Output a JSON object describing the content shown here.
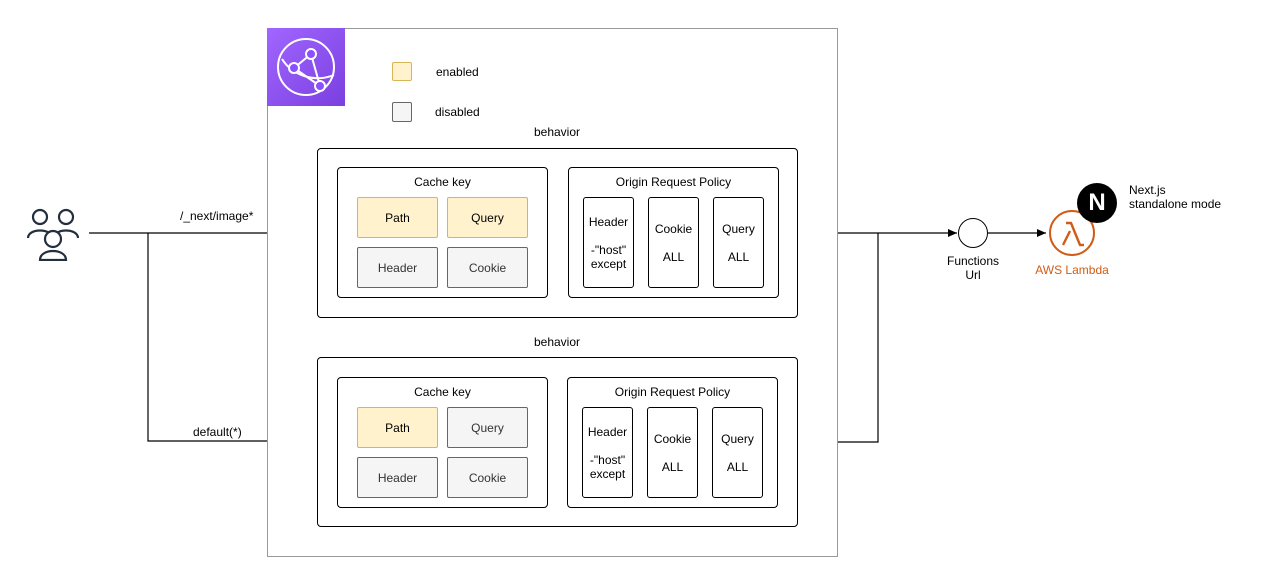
{
  "legend": {
    "enabled_label": "enabled",
    "disabled_label": "disabled",
    "colors": {
      "enabled": "#fff2cc",
      "disabled": "#f5f5f5"
    }
  },
  "routes": {
    "image_route": "/_next/image*",
    "default_route": "default(*)"
  },
  "behaviors": [
    {
      "title": "behavior",
      "cache_key": {
        "title": "Cache key",
        "items": [
          {
            "label": "Path",
            "state": "enabled"
          },
          {
            "label": "Query",
            "state": "enabled"
          },
          {
            "label": "Header",
            "state": "disabled"
          },
          {
            "label": "Cookie",
            "state": "disabled"
          }
        ]
      },
      "origin_request_policy": {
        "title": "Origin Request Policy",
        "columns": [
          {
            "name": "Header",
            "lines": [
              "-\"host\"",
              "except"
            ]
          },
          {
            "name": "Cookie",
            "lines": [
              "ALL"
            ]
          },
          {
            "name": "Query",
            "lines": [
              "ALL"
            ]
          }
        ]
      }
    },
    {
      "title": "behavior",
      "cache_key": {
        "title": "Cache key",
        "items": [
          {
            "label": "Path",
            "state": "enabled"
          },
          {
            "label": "Query",
            "state": "disabled"
          },
          {
            "label": "Header",
            "state": "disabled"
          },
          {
            "label": "Cookie",
            "state": "disabled"
          }
        ]
      },
      "origin_request_policy": {
        "title": "Origin Request Policy",
        "columns": [
          {
            "name": "Header",
            "lines": [
              "-\"host\"",
              "except"
            ]
          },
          {
            "name": "Cookie",
            "lines": [
              "ALL"
            ]
          },
          {
            "name": "Query",
            "lines": [
              "ALL"
            ]
          }
        ]
      }
    }
  ],
  "functions_url": {
    "line1": "Functions",
    "line2": "Url"
  },
  "lambda": {
    "label": "AWS Lambda",
    "color": "#d05c17"
  },
  "nextjs": {
    "logo_letter": "N",
    "line1": "Next.js",
    "line2": "standalone mode"
  },
  "cloudfront": {
    "icon": "cloudfront-icon",
    "color": "#8c4fff"
  },
  "users": {
    "icon": "users-icon"
  }
}
